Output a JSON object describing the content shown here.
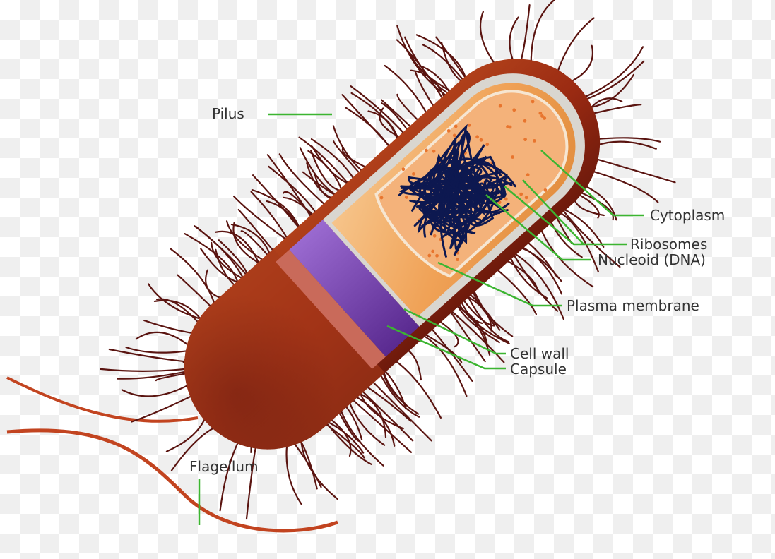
{
  "labels": {
    "pilus": "Pilus",
    "cytoplasm": "Cytoplasm",
    "ribosomes": "Ribosomes",
    "nucleoid": "Nucleoid (DNA)",
    "plasma_membrane": "Plasma membrane",
    "cell_wall": "Cell wall",
    "capsule": "Capsule",
    "flagellum": "Flagellum"
  },
  "colors": {
    "leader_line": "#3cb531",
    "capsule": "#9a2a12",
    "cell_wall_band": "#c96a5a",
    "plasma_membrane": "#7a3fb0",
    "cytoplasm": "#f0a257",
    "pili": "#5a1410",
    "dna": "#0d1850",
    "flagellum": "#c24420"
  }
}
